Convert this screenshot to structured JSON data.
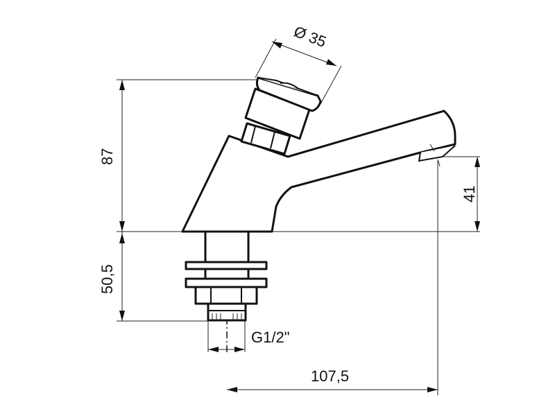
{
  "dimensions": {
    "diameter": "Ø 35",
    "height_total": "87",
    "height_spout": "41",
    "height_shank": "50,5",
    "thread": "G1/2\"",
    "reach": "107,5"
  }
}
